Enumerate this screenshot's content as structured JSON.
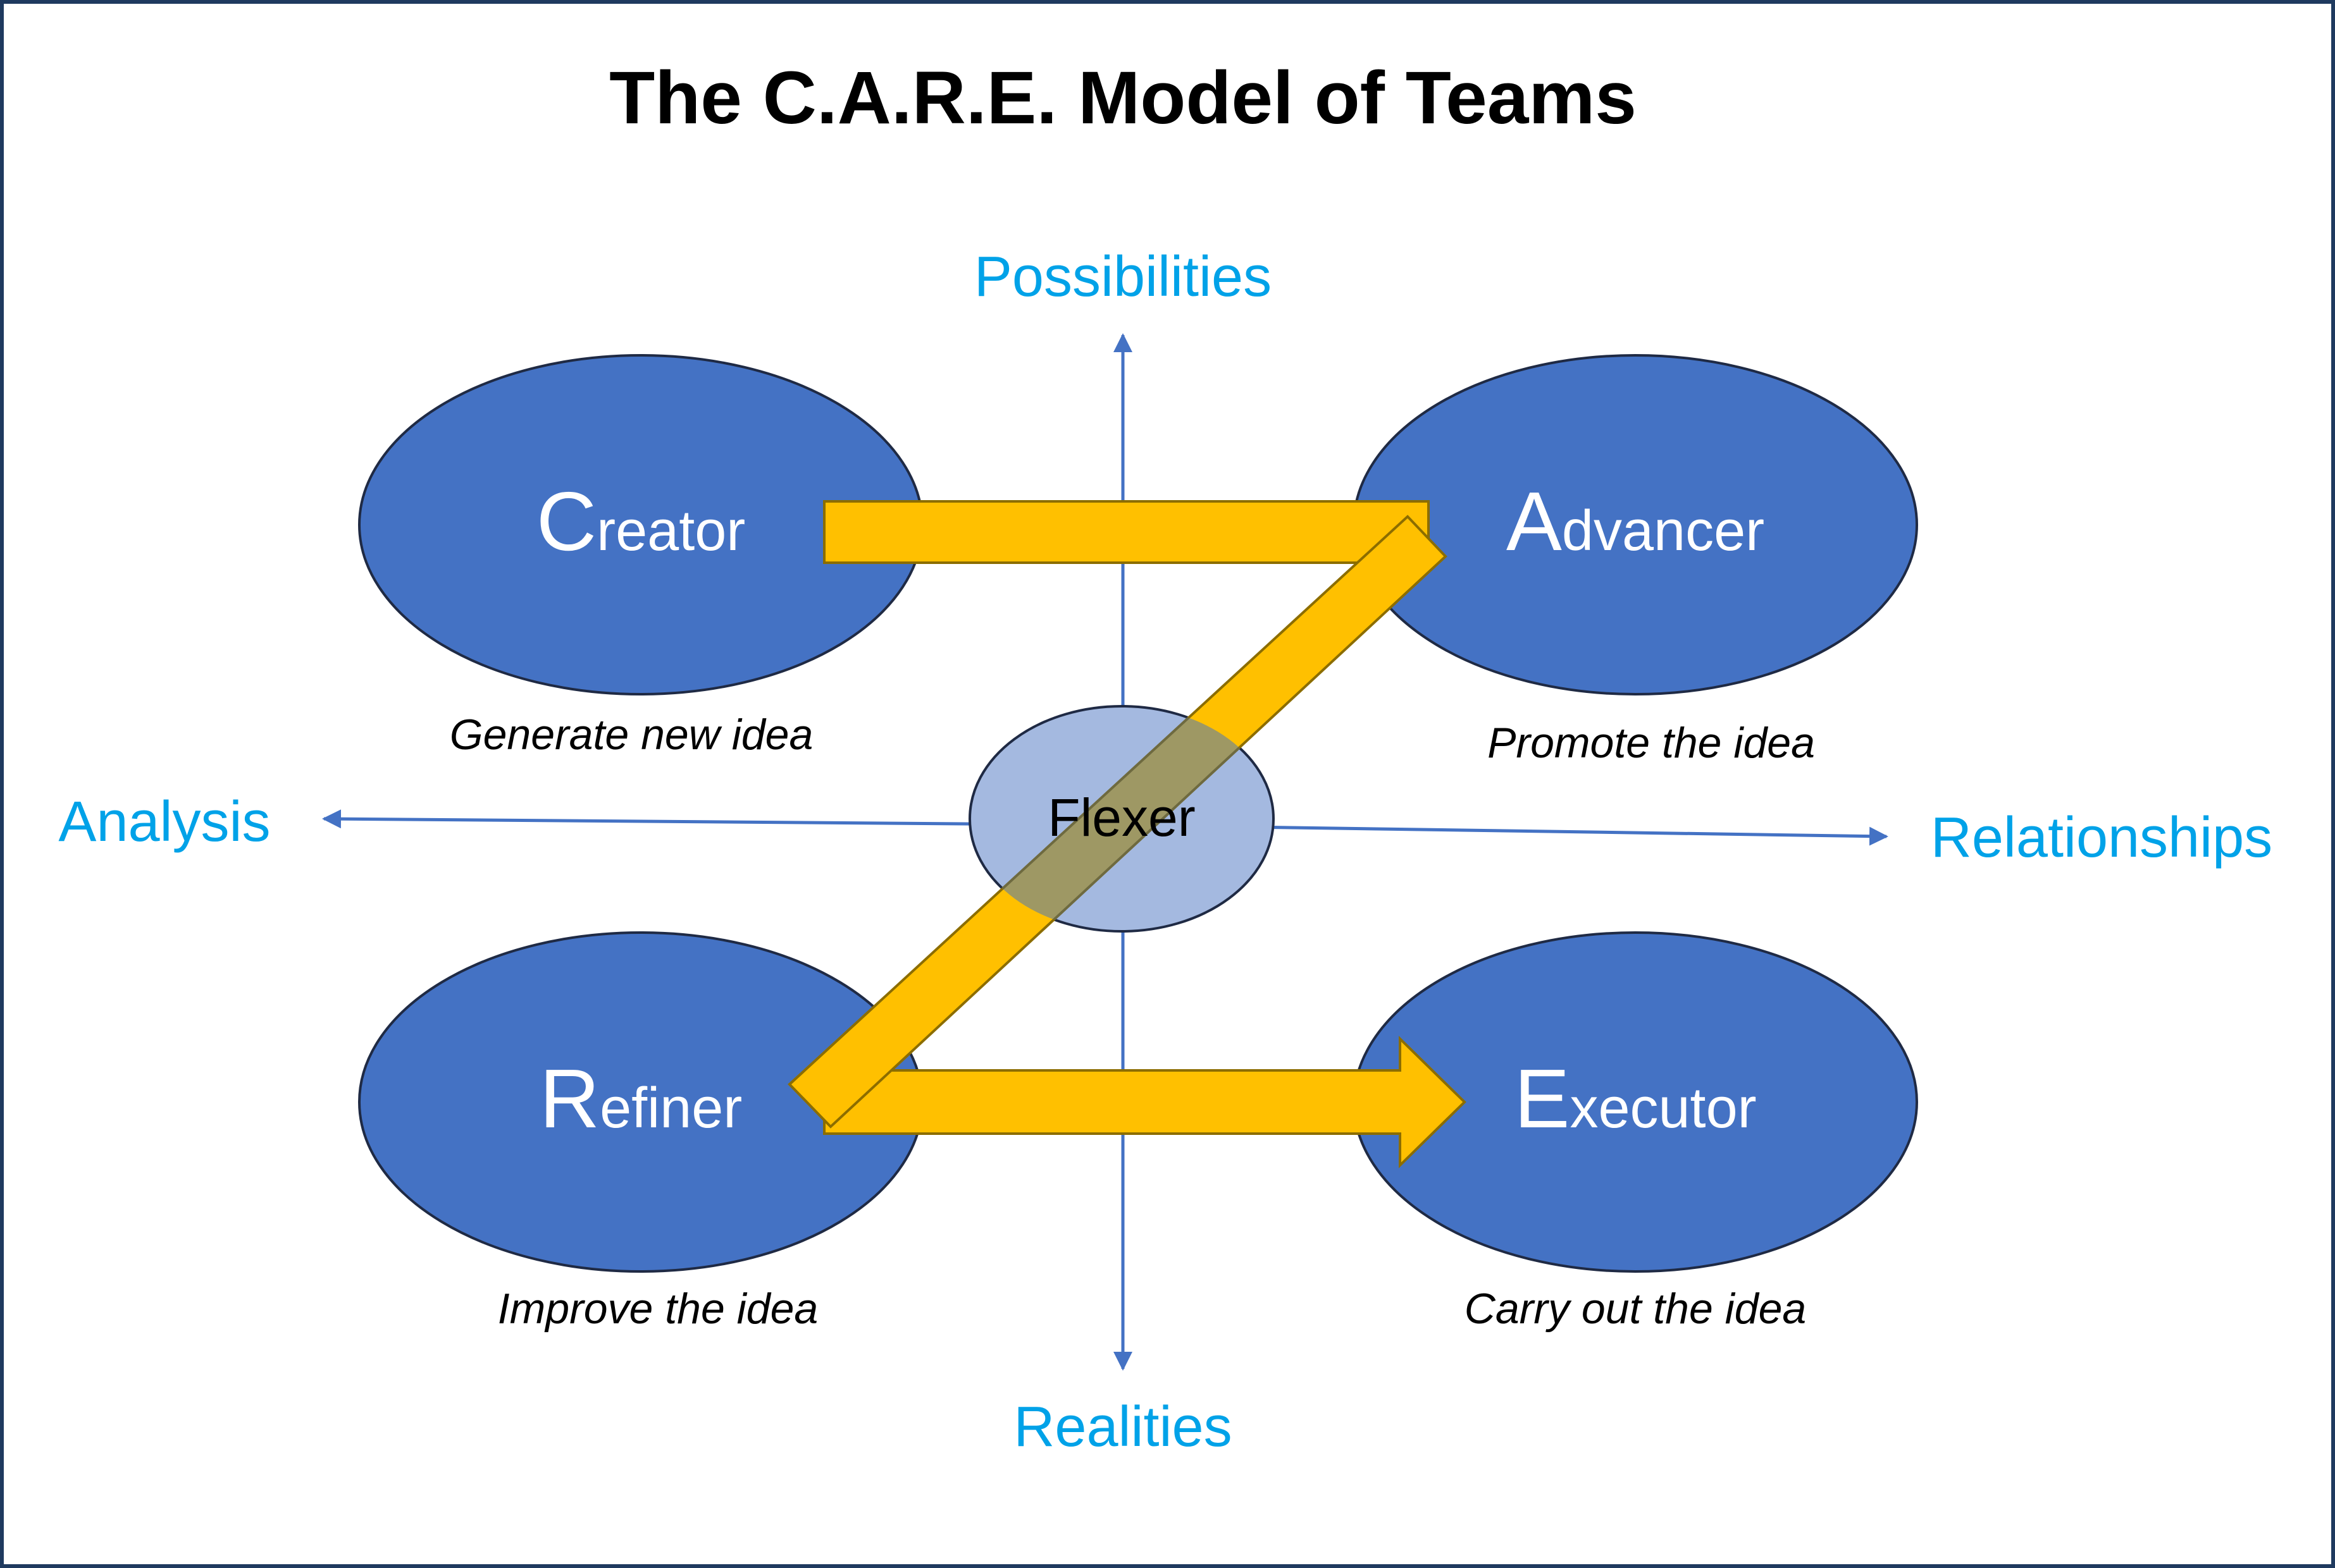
{
  "title": "The C.A.R.E. Model of Teams",
  "colors": {
    "ellipse_fill": "#4472C4",
    "ellipse_stroke": "#1F2A44",
    "flexer_fill": "#A4B9E0",
    "axis": "#4472C4",
    "axis_label": "#00A2E8",
    "arrow_fill": "#FFC000",
    "arrow_stroke": "#8C6D00",
    "frame": "#1F3A5F"
  },
  "axes": {
    "top": "Possibilities",
    "bottom": "Realities",
    "left": "Analysis",
    "right": "Relationships"
  },
  "roles": {
    "creator": {
      "initial": "C",
      "rest": "reator",
      "description": "Generate new idea"
    },
    "advancer": {
      "initial": "A",
      "rest": "dvancer",
      "description": "Promote the idea"
    },
    "refiner": {
      "initial": "R",
      "rest": "efiner",
      "description": "Improve the idea"
    },
    "executor": {
      "initial": "E",
      "rest": "xecutor",
      "description": "Carry out the idea"
    }
  },
  "center": {
    "label": "Flexer"
  }
}
